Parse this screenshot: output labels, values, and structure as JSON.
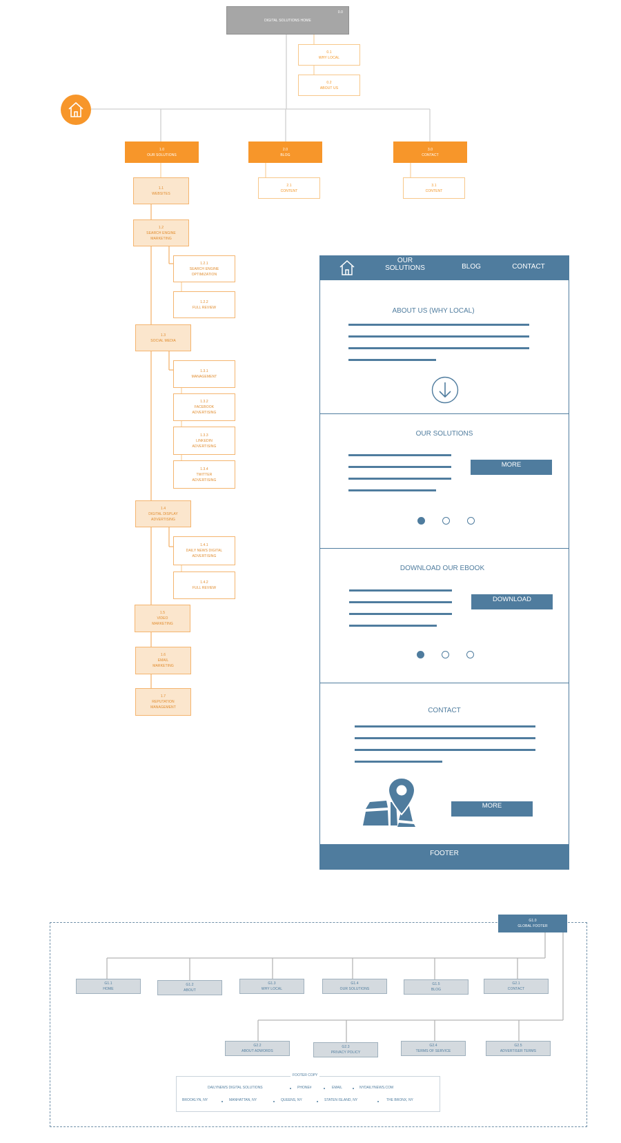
{
  "sitemap": {
    "root": {
      "id": "0.0",
      "label": "DIGITAL SOLUTIONS HOME"
    },
    "why_local": {
      "id": "0.1",
      "label": "WHY LOCAL"
    },
    "about_us": {
      "id": "0.2",
      "label": "ABOUT US"
    },
    "our_solutions": {
      "id": "1.0",
      "label": "OUR SOLUTIONS"
    },
    "blog": {
      "id": "2.0",
      "label": "BLOG"
    },
    "contact": {
      "id": "3.0",
      "label": "CONTACT"
    },
    "blog_content": {
      "id": "2.1",
      "label": "CONTENT"
    },
    "contact_content": {
      "id": "3.1",
      "label": "CONTENT"
    },
    "websites": {
      "id": "1.1",
      "label": "WEBSITES"
    },
    "sem": {
      "id": "1.2",
      "label": "SEARCH ENGINE MARKETING"
    },
    "seo": {
      "id": "1.2.1",
      "label": "SEARCH ENGINE OPTIMIZATION"
    },
    "sem_review": {
      "id": "1.2.2",
      "label": "FULL REVIEW"
    },
    "social": {
      "id": "1.3",
      "label": "SOCIAL MEDIA"
    },
    "social_mgmt": {
      "id": "1.3.1",
      "label": "MANAGEMENT"
    },
    "facebook": {
      "id": "1.3.2",
      "label": "FACEBOOK ADVERTISING"
    },
    "linkedin": {
      "id": "1.3.3",
      "label": "LINKEDIN ADVERTISING"
    },
    "twitter": {
      "id": "1.3.4",
      "label": "TWITTER ADVERTISING"
    },
    "display": {
      "id": "1.4",
      "label": "DIGITAL DISPLAY ADVERTISING"
    },
    "dailynews": {
      "id": "1.4.1",
      "label": "DAILY NEWS DIGITAL ADVERTISING"
    },
    "display_review": {
      "id": "1.4.2",
      "label": "FULL REVIEW"
    },
    "video": {
      "id": "1.5",
      "label": "VIDEO MARKETING"
    },
    "email": {
      "id": "1.6",
      "label": "EMAIL MARKETING"
    },
    "reputation": {
      "id": "1.7",
      "label": "REPUTATION MANAGEMENT"
    }
  },
  "wireframe": {
    "nav": {
      "our_solutions": "OUR SOLUTIONS",
      "blog": "BLOG",
      "contact": "CONTACT"
    },
    "about_title": "ABOUT US (WHY LOCAL)",
    "solutions_title": "OUR SOLUTIONS",
    "solutions_button": "MORE",
    "ebook_title": "DOWNLOAD OUR EBOOK",
    "ebook_button": "DOWNLOAD",
    "contact_title": "CONTACT",
    "contact_button": "MORE",
    "footer": "FOOTER",
    "carousel_active_index": 0
  },
  "global_footer": {
    "head": {
      "id": "G1.0",
      "label": "GLOBAL FOOTER"
    },
    "row1": [
      {
        "id": "G1.1",
        "label": "HOME"
      },
      {
        "id": "G1.2",
        "label": "ABOUT"
      },
      {
        "id": "G1.3",
        "label": "WHY LOCAL"
      },
      {
        "id": "G1.4",
        "label": "OUR SOLUTIONS"
      },
      {
        "id": "G1.5",
        "label": "BLOG"
      },
      {
        "id": "G2.1",
        "label": "CONTACT"
      }
    ],
    "row2": [
      {
        "id": "G2.2",
        "label": "ABOUT ADWORDS"
      },
      {
        "id": "G2.3",
        "label": "PRIVACY POLICY"
      },
      {
        "id": "G2.4",
        "label": "TERMS OF SERVICE"
      },
      {
        "id": "G2.5",
        "label": "ADVERTISER TERMS"
      }
    ],
    "copy_title": "FOOTER COPY",
    "copy_line1": [
      "DAILYNEWS DIGITAL SOLUTIONS",
      "PHONE#",
      "EMAIL",
      "NYDAILYNEWS.COM"
    ],
    "copy_line2": [
      "BROOKLYN, NY",
      "MANHATTAN, NY",
      "QUEENS, NY",
      "STATEN ISLAND, NY",
      "THE BRONX, NY"
    ]
  },
  "colors": {
    "orange": "#f7962a",
    "blue": "#4f7c9e",
    "gray": "#a6a6a6"
  },
  "icons": [
    "home-icon",
    "download-arrow-icon",
    "map-pin-icon"
  ]
}
